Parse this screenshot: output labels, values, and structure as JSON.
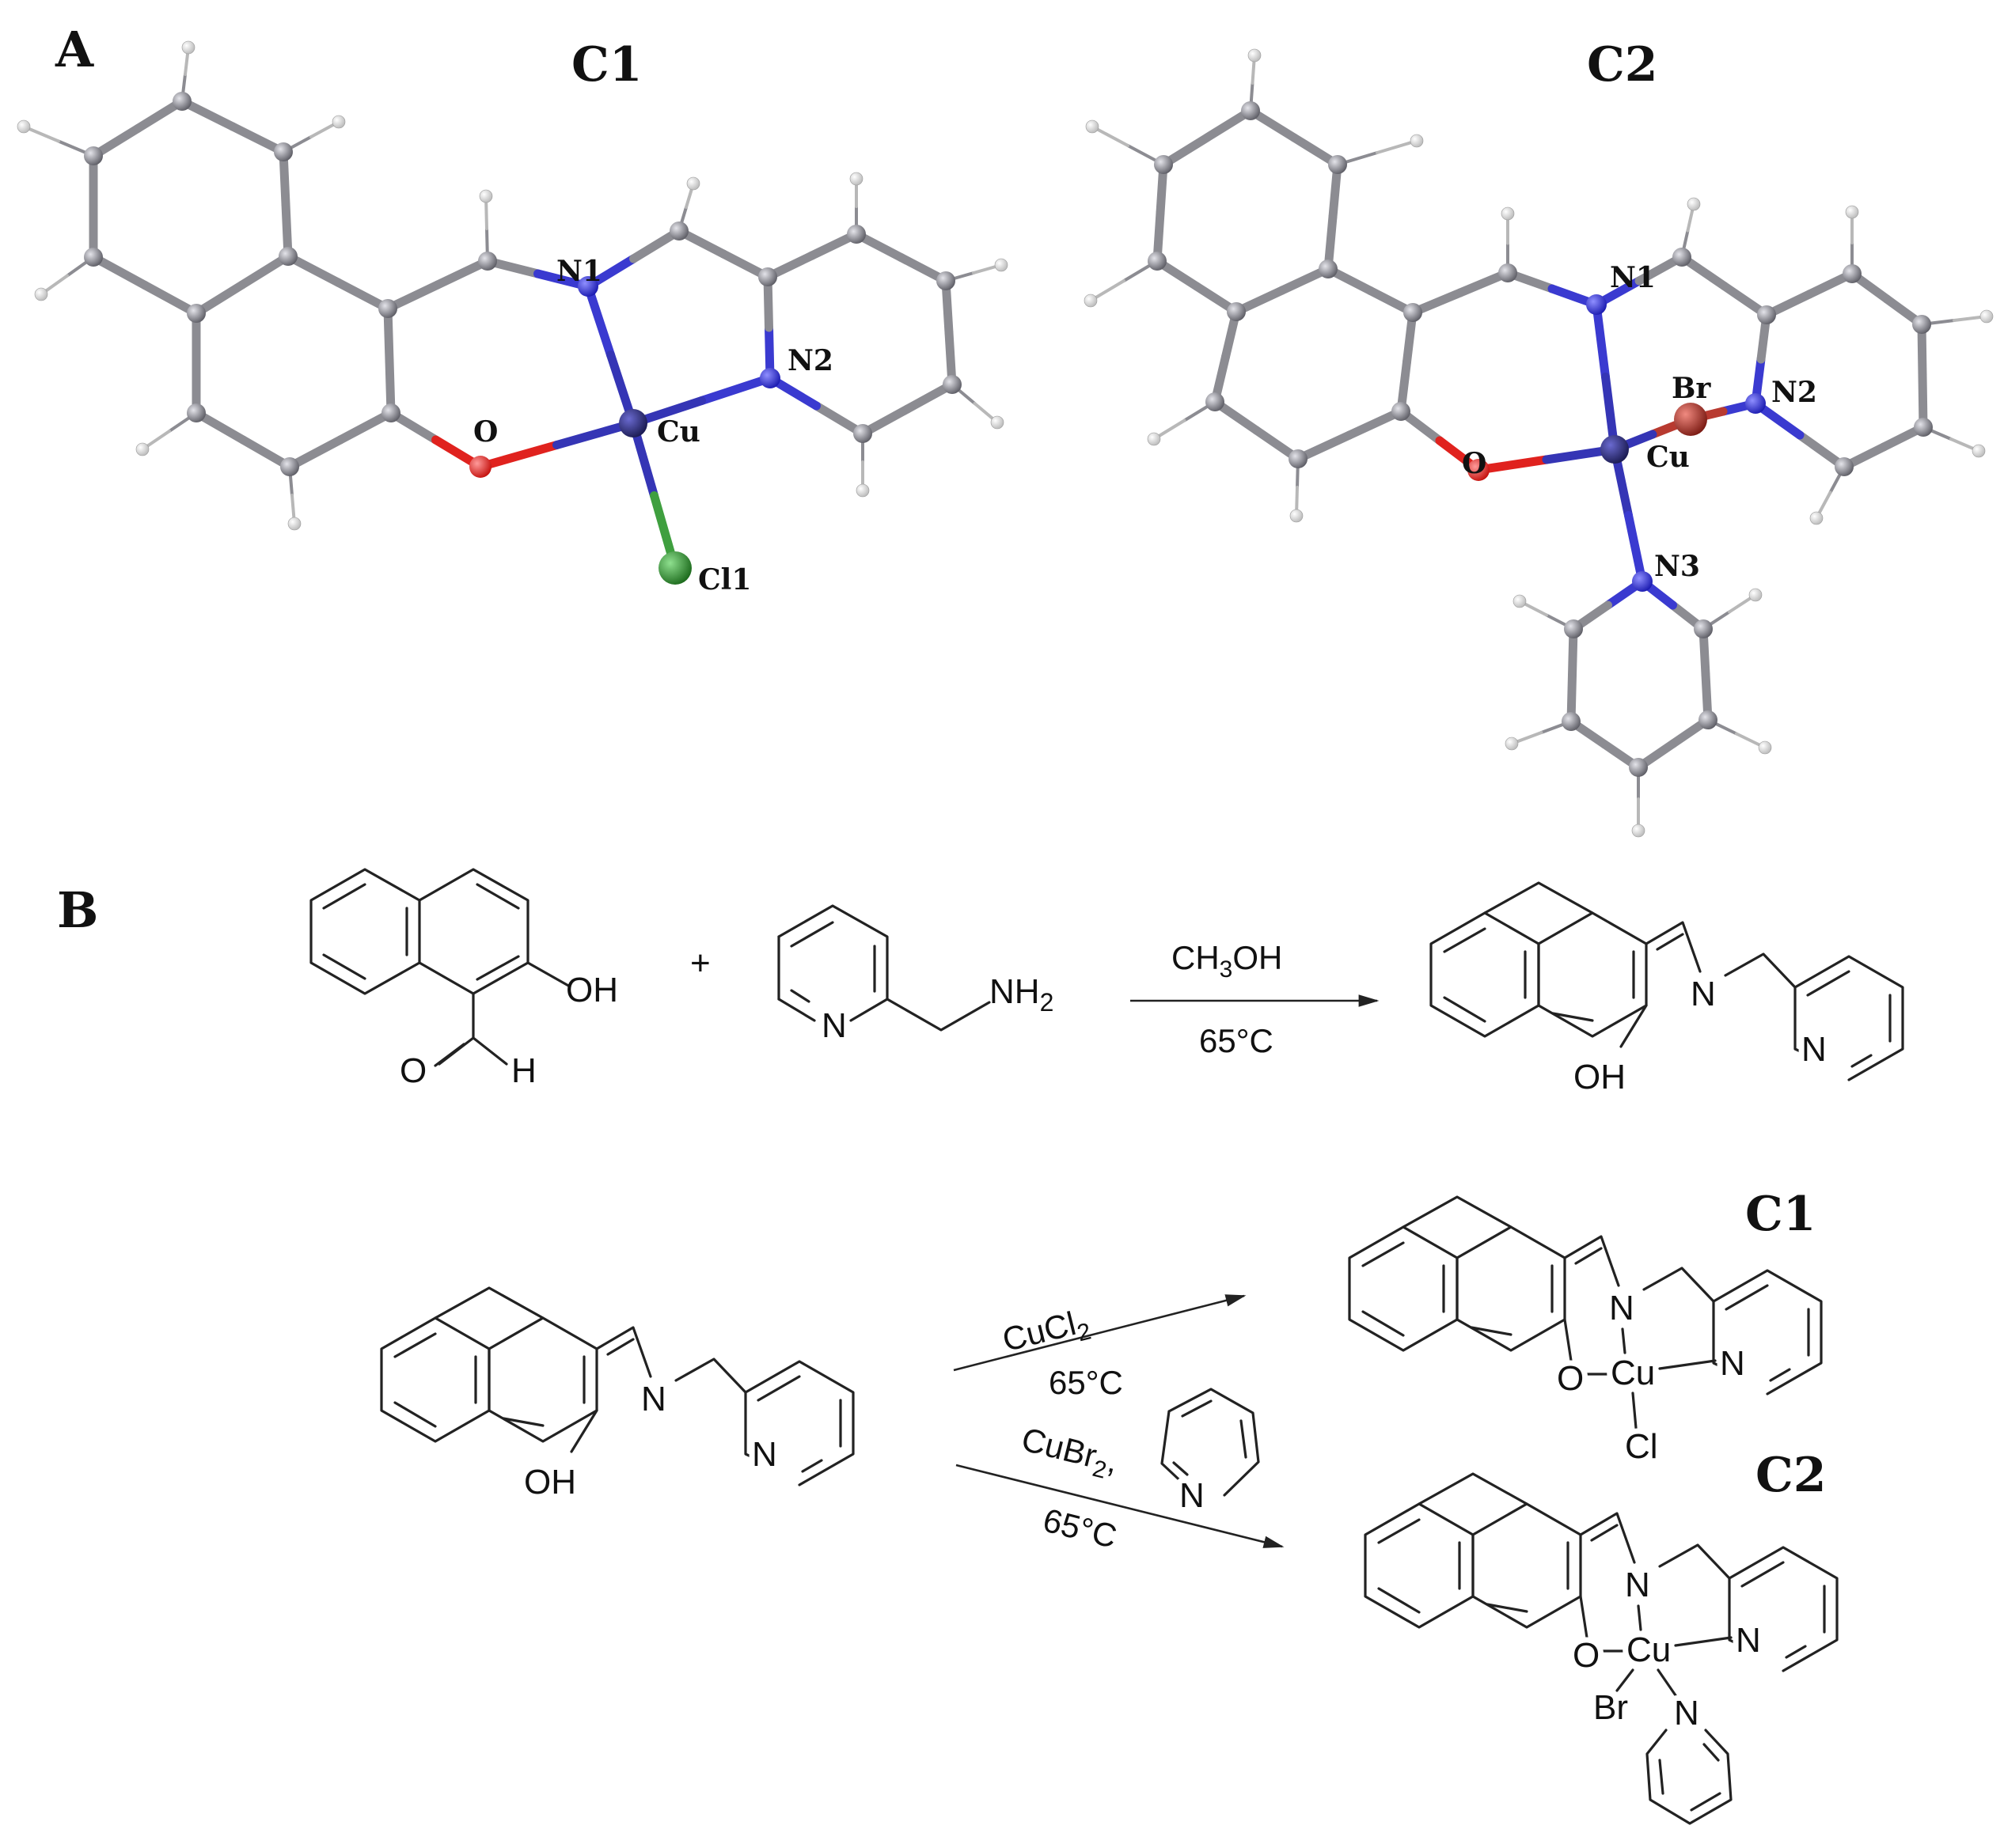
{
  "panels": {
    "a": "A",
    "b": "B"
  },
  "crystal": {
    "c1": {
      "title": "C1",
      "labels": {
        "n1": "N1",
        "n2": "N2",
        "o": "O",
        "cu": "Cu",
        "cl": "Cl1"
      }
    },
    "c2": {
      "title": "C2",
      "labels": {
        "n1": "N1",
        "n2": "N2",
        "n3": "N3",
        "o": "O",
        "cu": "Cu",
        "br": "Br"
      }
    }
  },
  "scheme": {
    "reactant1": {
      "oh": "OH",
      "o": "O",
      "h": "H"
    },
    "plus": "+",
    "reactant2": {
      "n": "N",
      "nh2": "NH",
      "nh2_sub": "2"
    },
    "step1": {
      "solvent": "CH",
      "solvent_sub": "3",
      "solvent_tail": "OH",
      "temp": "65°C"
    },
    "ligand": {
      "n_imine": "N",
      "n_py": "N",
      "oh": "OH"
    },
    "step2": {
      "reagent": "CuCl",
      "reagent_sub": "2",
      "temp": "65°C"
    },
    "step3": {
      "reagent": "CuBr",
      "reagent_sub": "2",
      "reagent_tail": ",",
      "pyridine_n": "N",
      "temp": "65°C"
    },
    "product_c1": {
      "title": "C1",
      "n_imine": "N",
      "n_py": "N",
      "o": "O",
      "cu": "Cu",
      "x": "Cl"
    },
    "product_c2": {
      "title": "C2",
      "n_imine": "N",
      "n_py": "N",
      "o": "O",
      "cu": "Cu",
      "x": "Br",
      "n_pyr": "N"
    }
  },
  "colors": {
    "carbon": "#8f8f95",
    "hydrogen": "#f2f2f2",
    "nitrogen": "#2b2bdb",
    "oxygen": "#e0221e",
    "copper": "#2a2a7a",
    "chlorine": "#2f8f2f",
    "bromine": "#b83a30",
    "bond_cn": "#4a4ac8",
    "bond_cl": "#3f9f3f"
  }
}
